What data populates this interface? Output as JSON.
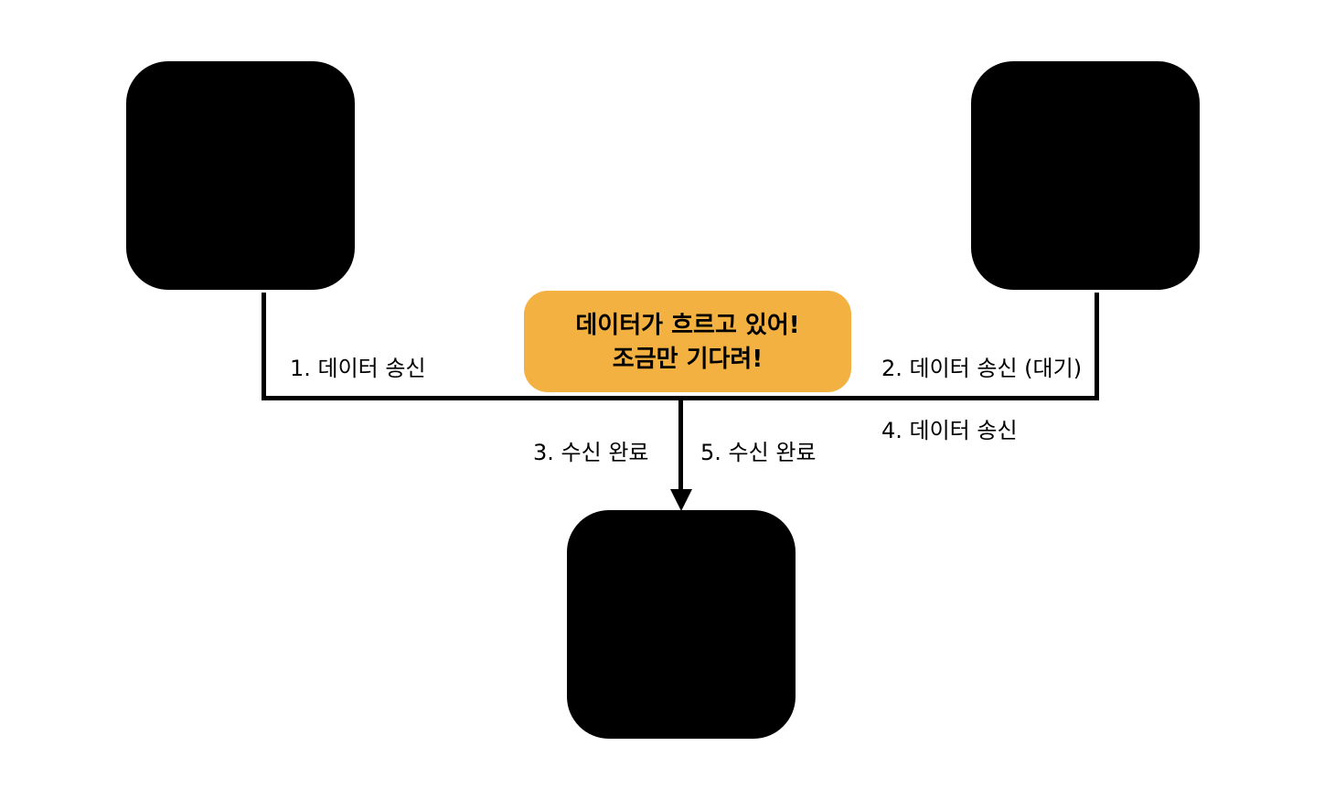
{
  "diagram": {
    "callout": {
      "line1": "데이터가 흐르고 있어!",
      "line2": "조금만 기다려!",
      "color": "#f2b140"
    },
    "labels": {
      "step1": "1. 데이터 송신",
      "step2": "2. 데이터 송신 (대기)",
      "step3": "3. 수신 완료",
      "step4": "4. 데이터 송신",
      "step5": "5. 수신 완료"
    },
    "node_color": "#000000"
  }
}
